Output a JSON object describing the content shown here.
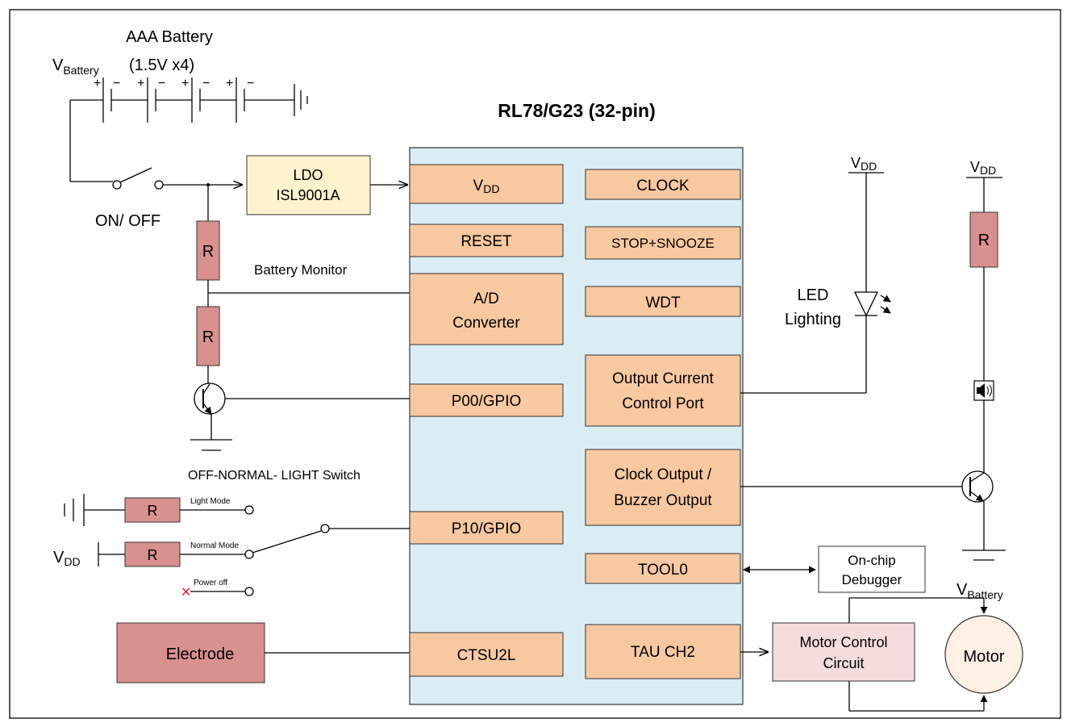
{
  "title": "RL78/G23 (32-pin)",
  "colors": {
    "chip_fill": "#dbedf4",
    "block_fill": "#f8c8a0",
    "ldo_fill": "#fff3cf",
    "resistor_fill": "#d9918f",
    "motor_ctrl_fill": "#f5dcdc",
    "motor_fill": "#fff0e6",
    "power_off_mark": "#e02020"
  },
  "battery": {
    "title": "AAA Battery",
    "spec": "(1.5V  x4)",
    "v_main": "V",
    "v_sub": "Battery",
    "plus": "+",
    "minus": "−"
  },
  "switch_label": "ON/ OFF",
  "ldo": {
    "line1": "LDO",
    "line2": "ISL9001A"
  },
  "resistor_label": "R",
  "battery_monitor": "Battery Monitor",
  "mode_switch": {
    "title": "OFF-NORMAL- LIGHT Switch",
    "light_mode": "Light Mode",
    "normal_mode": "Normal Mode",
    "power_off": "Power off",
    "x_mark": "✕"
  },
  "vdd": {
    "main": "V",
    "sub": "DD"
  },
  "electrode": "Electrode",
  "chip_blocks": {
    "vdd_main": "V",
    "vdd_sub": "DD",
    "reset": "RESET",
    "ad_line1": "A/D",
    "ad_line2": "Converter",
    "p00": "P00/GPIO",
    "p10": "P10/GPIO",
    "ctsu": "CTSU2L",
    "clock": "CLOCK",
    "stop": "STOP+SNOOZE",
    "wdt": "WDT",
    "occ_line1": "Output Current",
    "occ_line2": "Control Port",
    "buz_line1": "Clock Output /",
    "buz_line2": "Buzzer Output",
    "tool0": "TOOL0",
    "tau": "TAU CH2"
  },
  "led": {
    "line1": "LED",
    "line2": "Lighting"
  },
  "debugger": {
    "line1": "On-chip",
    "line2": "Debugger"
  },
  "motor_control": {
    "line1": "Motor Control",
    "line2": "Circuit"
  },
  "motor": "Motor",
  "speaker_icon": "speaker-icon"
}
